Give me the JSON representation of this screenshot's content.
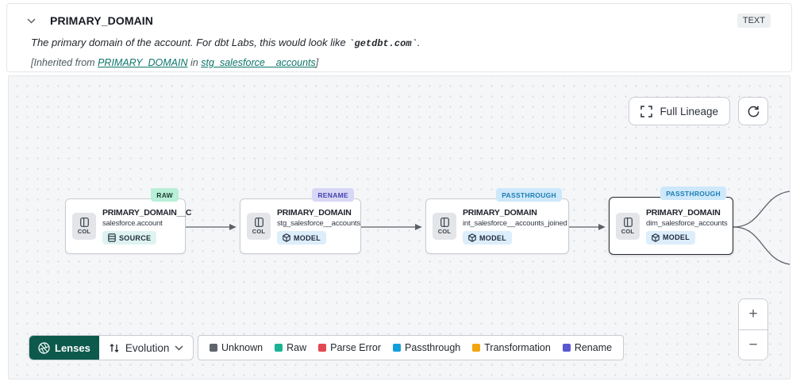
{
  "panel": {
    "title": "PRIMARY_DOMAIN",
    "type_badge": "TEXT",
    "description_prefix": "The primary domain of the account. For dbt Labs, this would look like ",
    "description_code": "`getdbt.com`",
    "description_suffix": ".",
    "inherited_prefix": "[Inherited from ",
    "inherited_link_column": "PRIMARY_DOMAIN",
    "inherited_middle": " in ",
    "inherited_link_model": "stg_salesforce__accounts",
    "inherited_suffix": "]"
  },
  "canvas": {
    "full_lineage_label": "Full Lineage",
    "nodes": [
      {
        "tag": "RAW",
        "title": "PRIMARY_DOMAIN__C",
        "subtitle": "salesforce.account",
        "badge": "SOURCE",
        "col_label": "COL"
      },
      {
        "tag": "RENAME",
        "title": "PRIMARY_DOMAIN",
        "subtitle": "stg_salesforce__accounts",
        "badge": "MODEL",
        "col_label": "COL"
      },
      {
        "tag": "PASSTHROUGH",
        "title": "PRIMARY_DOMAIN",
        "subtitle": "int_salesforce__accounts_joined",
        "badge": "MODEL",
        "col_label": "COL"
      },
      {
        "tag": "PASSTHROUGH",
        "title": "PRIMARY_DOMAIN",
        "subtitle": "dim_salesforce_accounts",
        "badge": "MODEL",
        "col_label": "COL"
      }
    ],
    "toolbar": {
      "lenses_label": "Lenses",
      "selected_lens": "Evolution"
    },
    "legend": [
      {
        "label": "Unknown",
        "color": "#60646c"
      },
      {
        "label": "Raw",
        "color": "#1cb394"
      },
      {
        "label": "Parse Error",
        "color": "#e34850"
      },
      {
        "label": "Passthrough",
        "color": "#119fd9"
      },
      {
        "label": "Transformation",
        "color": "#f2a50f"
      },
      {
        "label": "Rename",
        "color": "#5957d2"
      }
    ],
    "zoom_in_label": "+",
    "zoom_out_label": "−"
  }
}
